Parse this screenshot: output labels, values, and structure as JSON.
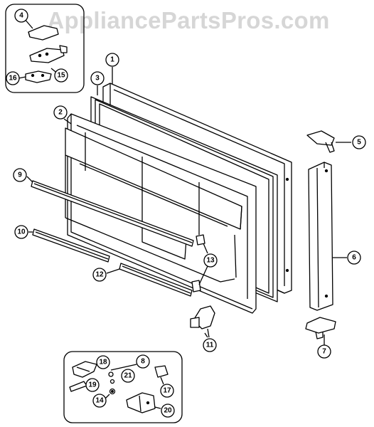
{
  "watermark": "AppliancePartsPros.com",
  "callouts": {
    "c1": "1",
    "c2": "2",
    "c3": "3",
    "c4": "4",
    "c5": "5",
    "c6": "6",
    "c7": "7",
    "c8": "8",
    "c9": "9",
    "c10": "10",
    "c11": "11",
    "c12": "12",
    "c13": "13",
    "c14": "14",
    "c15": "15",
    "c16": "16",
    "c17": "17",
    "c18": "18",
    "c19": "19",
    "c20": "20",
    "c21": "21"
  },
  "colors": {
    "ink": "#000000",
    "panel": "#ffffff",
    "watermark": "#d6d6d6"
  }
}
